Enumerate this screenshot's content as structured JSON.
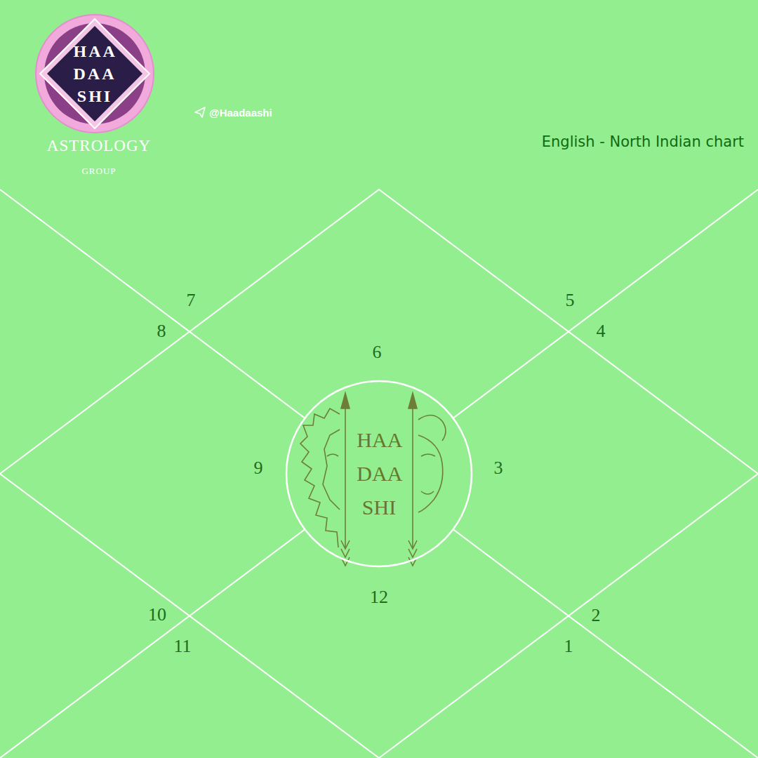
{
  "diagram": {
    "title": "English - North Indian chart",
    "nodes": [
      {
        "text": [
          "HAA DAA SHI"
        ]
      },
      {
        "text": [
          "HAA DAA SHI"
        ]
      }
    ],
    "labels": [
      "@Haadaashi",
      "ASTROLOGY",
      "GROUP",
      "1",
      "2",
      "3",
      "4",
      "5",
      "6",
      "7",
      "8",
      "9",
      "10",
      "11",
      "12"
    ]
  }
}
